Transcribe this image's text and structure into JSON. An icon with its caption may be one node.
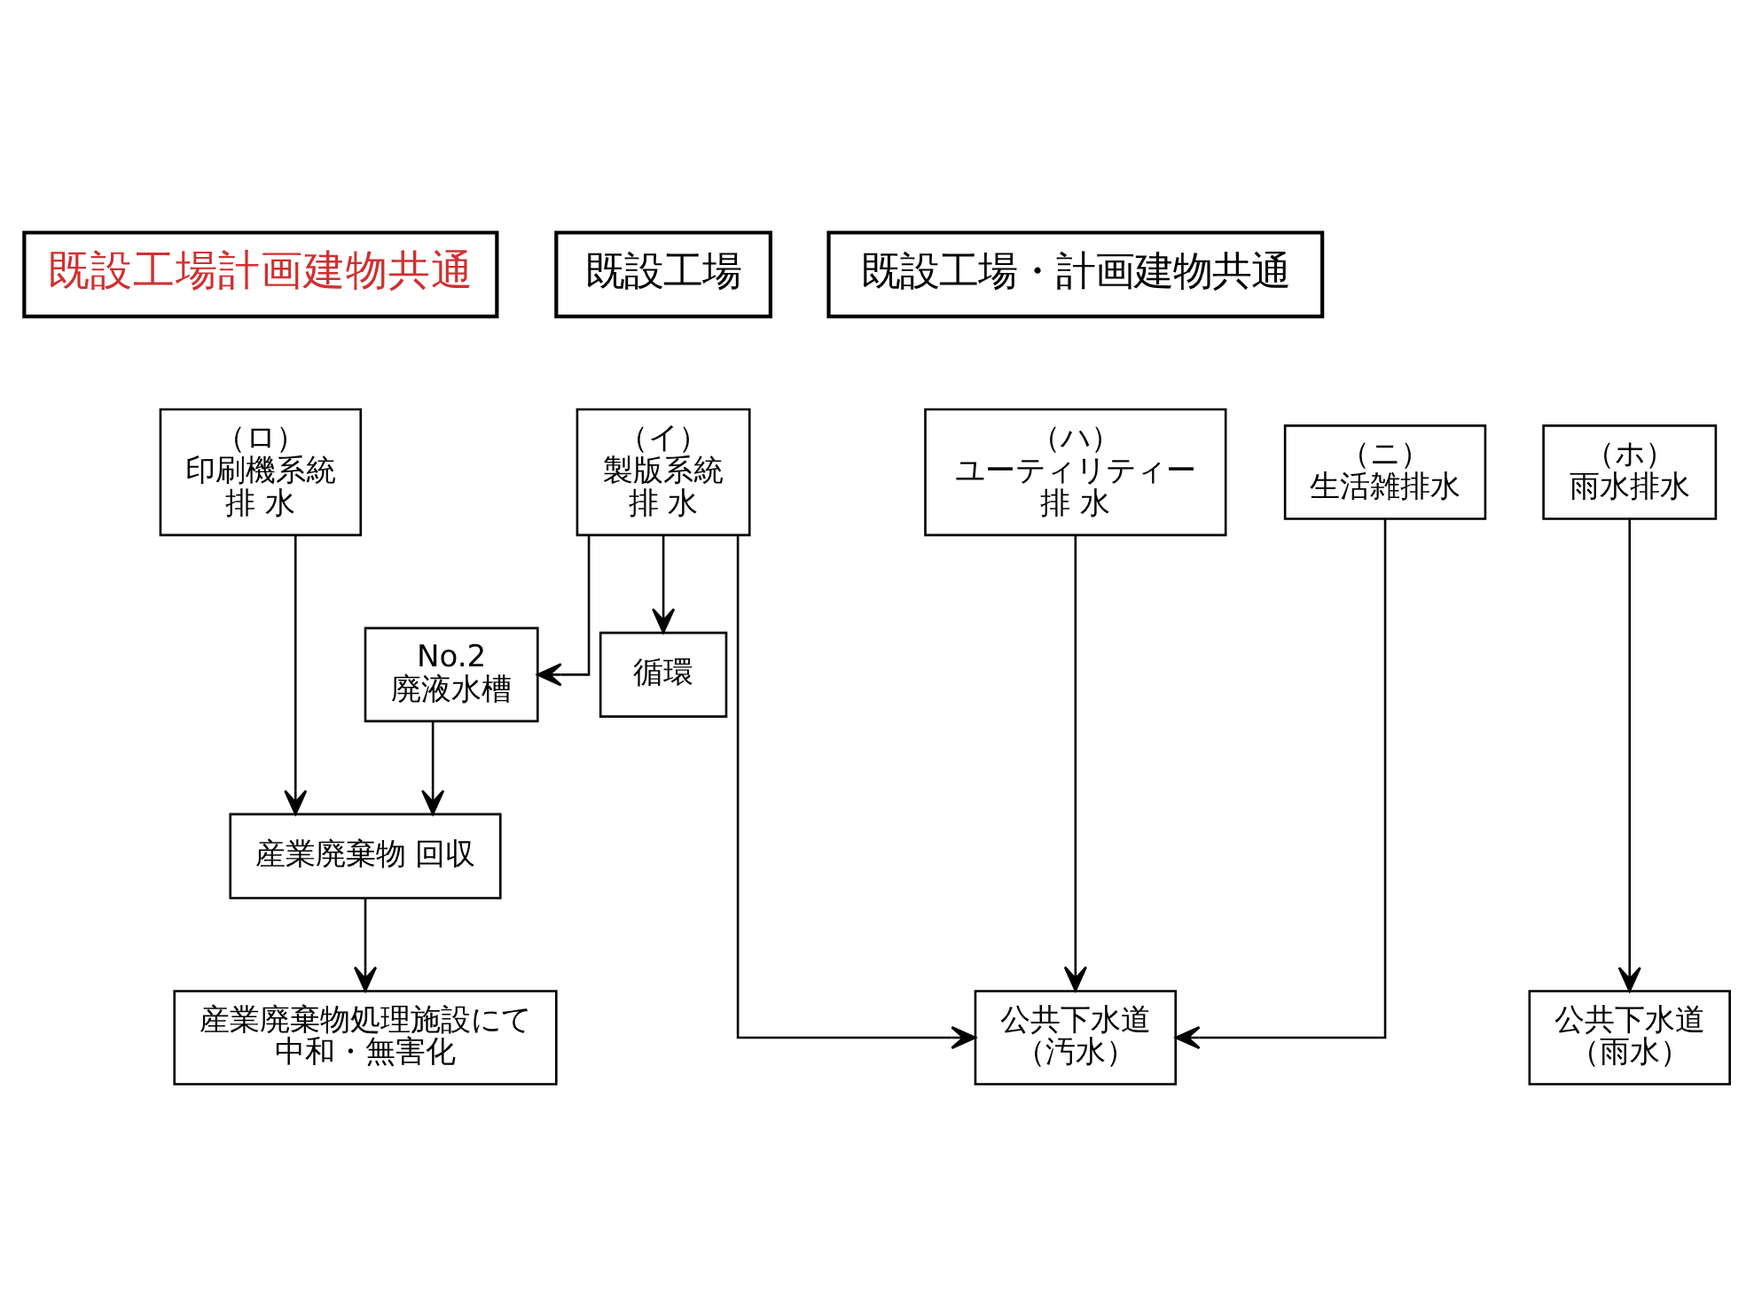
{
  "diagram": {
    "nodes": [
      {
        "text": [
          "既設工場計画建物共通"
        ]
      },
      {
        "text": [
          "既設工場"
        ]
      },
      {
        "text": [
          "既設工場・計画建物共通"
        ]
      },
      {
        "text": [
          "（ロ）",
          "印刷機系統",
          "排 水"
        ]
      },
      {
        "text": [
          "（イ）",
          "製版系統",
          "排 水"
        ]
      },
      {
        "text": [
          "（ハ）",
          "ユーティリティー",
          "排 水"
        ]
      },
      {
        "text": [
          "（ニ）",
          "生活雑排水"
        ]
      },
      {
        "text": [
          "（ホ）",
          "雨水排水"
        ]
      },
      {
        "text": [
          "No.2",
          "廃液水槽"
        ]
      },
      {
        "text": [
          "循環"
        ]
      },
      {
        "text": [
          "産業廃棄物 回収"
        ]
      },
      {
        "text": [
          "産業廃棄物処理施設にて",
          "中和・無害化"
        ]
      },
      {
        "text": [
          "公共下水道",
          "（汚水）"
        ]
      },
      {
        "text": [
          "公共下水道",
          "（雨水）"
        ]
      }
    ],
    "edges": [
      {
        "from": 3,
        "to": 10,
        "arrow": "to"
      },
      {
        "from": 4,
        "to": 8,
        "arrow": "to"
      },
      {
        "from": 4,
        "to": 9,
        "arrow": "to"
      },
      {
        "from": 4,
        "to": 12,
        "arrow": "to"
      },
      {
        "from": 8,
        "to": 10,
        "arrow": "to"
      },
      {
        "from": 5,
        "to": 12,
        "arrow": "to"
      },
      {
        "from": 6,
        "to": 12,
        "arrow": "to"
      },
      {
        "from": 10,
        "to": 11,
        "arrow": "to"
      },
      {
        "from": 7,
        "to": 13,
        "arrow": "to"
      }
    ]
  }
}
